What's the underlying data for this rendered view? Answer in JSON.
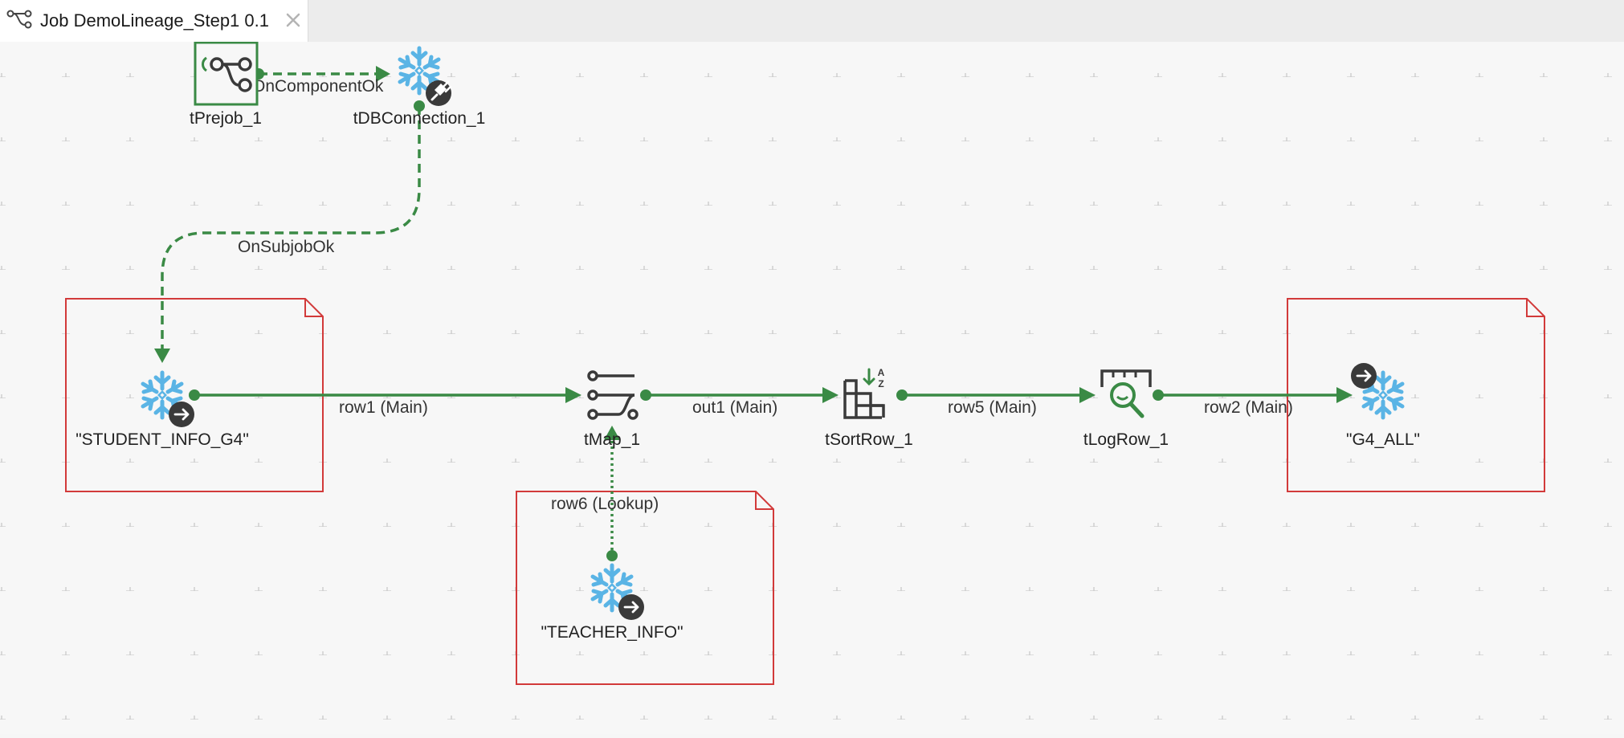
{
  "tab": {
    "title": "Job DemoLineage_Step1 0.1",
    "icon": "job-graph-icon",
    "close_icon": "close-icon"
  },
  "colors": {
    "link": "#3a8a45",
    "subjob_border": "#d23a3a",
    "snowflake": "#5ab4e5",
    "icon_dark": "#3a3a3a",
    "grid": "#c9c9c9"
  },
  "components": [
    {
      "id": "tPrejob_1",
      "label": "tPrejob_1",
      "icon": "prejob-icon"
    },
    {
      "id": "tDBConnection_1",
      "label": "tDBConnection_1",
      "icon": "snowflake-connection-icon"
    },
    {
      "id": "student",
      "label": "\"STUDENT_INFO_G4\"",
      "icon": "snowflake-input-icon"
    },
    {
      "id": "tMap_1",
      "label": "tMap_1",
      "icon": "tmap-icon"
    },
    {
      "id": "tSortRow_1",
      "label": "tSortRow_1",
      "icon": "sort-row-icon"
    },
    {
      "id": "tLogRow_1",
      "label": "tLogRow_1",
      "icon": "log-row-icon"
    },
    {
      "id": "g4all",
      "label": "\"G4_ALL\"",
      "icon": "snowflake-output-icon"
    },
    {
      "id": "teacher",
      "label": "\"TEACHER_INFO\"",
      "icon": "snowflake-input-icon"
    }
  ],
  "links": [
    {
      "id": "oncomponentok",
      "label": "OnComponentOk",
      "kind": "trigger"
    },
    {
      "id": "onsubjobok",
      "label": "OnSubjobOk",
      "kind": "trigger"
    },
    {
      "id": "row1",
      "label": "row1 (Main)",
      "kind": "main"
    },
    {
      "id": "out1",
      "label": "out1 (Main)",
      "kind": "main"
    },
    {
      "id": "row5",
      "label": "row5 (Main)",
      "kind": "main"
    },
    {
      "id": "row2",
      "label": "row2 (Main)",
      "kind": "main"
    },
    {
      "id": "row6",
      "label": "row6 (Lookup)",
      "kind": "lookup"
    }
  ]
}
